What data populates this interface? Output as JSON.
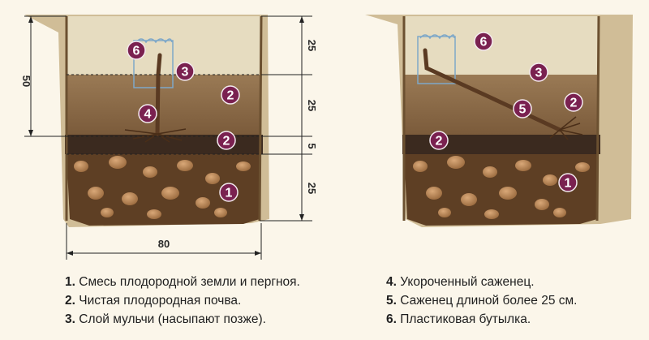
{
  "markers": {
    "left": [
      "6",
      "3",
      "2",
      "4",
      "2",
      "1"
    ],
    "right": [
      "6",
      "3",
      "5",
      "2",
      "2",
      "1"
    ]
  },
  "dimensions": {
    "depth_total": "50",
    "layer_top": "25",
    "layer_mid": "25",
    "layer_thin": "5",
    "layer_bottom": "25",
    "width": "80"
  },
  "legend_left": [
    {
      "num": "1.",
      "text": "Смесь плодородной земли и пергноя."
    },
    {
      "num": "2.",
      "text": "Чистая плодородная почва."
    },
    {
      "num": "3.",
      "text": "Слой мульчи (насыпают позже)."
    }
  ],
  "legend_right": [
    {
      "num": "4.",
      "text": "Укороченный саженец."
    },
    {
      "num": "5.",
      "text": "Саженец длиной более 25 см."
    },
    {
      "num": "6.",
      "text": "Пластиковая бутылка."
    }
  ],
  "colors": {
    "marker": "#7a2150",
    "topsoil": "#c9b98e",
    "soil": "#8a6a48",
    "dark_layer": "#3b2a1f",
    "bottom_soil": "#5e3f24",
    "stone": "#b98a5b"
  }
}
